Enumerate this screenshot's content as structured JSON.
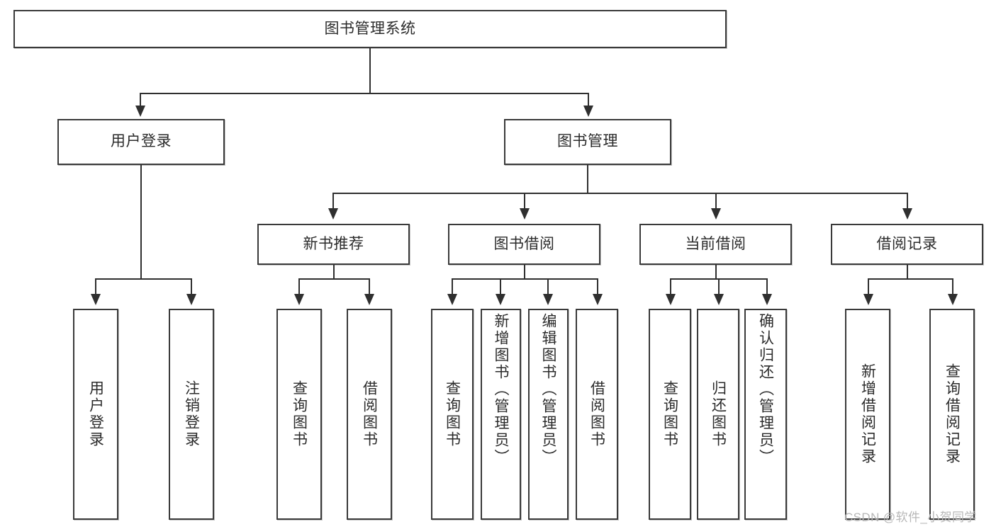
{
  "diagram": {
    "type": "tree",
    "title": "图书管理系统",
    "orientation": "top-down",
    "style": {
      "box_border": "#3a3a3a",
      "box_fill": "#ffffff",
      "line": "#2f2f2f",
      "text": "#2b2b2b",
      "watermark": "#b7b7b7"
    }
  },
  "root": {
    "label": "图书管理系统"
  },
  "level2": [
    {
      "label": "用户登录"
    },
    {
      "label": "图书管理"
    }
  ],
  "level3": [
    {
      "label": "新书推荐"
    },
    {
      "label": "图书借阅"
    },
    {
      "label": "当前借阅"
    },
    {
      "label": "借阅记录"
    }
  ],
  "leaves": {
    "user_login": [
      {
        "label": "用户登录"
      },
      {
        "label": "注销登录"
      }
    ],
    "new_book_recommend": [
      {
        "label": "查询图书"
      },
      {
        "label": "借阅图书"
      }
    ],
    "book_borrow": [
      {
        "label": "查询图书"
      },
      {
        "label": "新增图书（管理员）"
      },
      {
        "label": "编辑图书（管理员）"
      },
      {
        "label": "借阅图书"
      }
    ],
    "current_borrow": [
      {
        "label": "查询图书"
      },
      {
        "label": "归还图书"
      },
      {
        "label": "确认归还（管理员）"
      }
    ],
    "borrow_record": [
      {
        "label": "新增借阅记录"
      },
      {
        "label": "查询借阅记录"
      }
    ]
  },
  "watermark": {
    "text": "CSDN @软件_小贺同学"
  }
}
